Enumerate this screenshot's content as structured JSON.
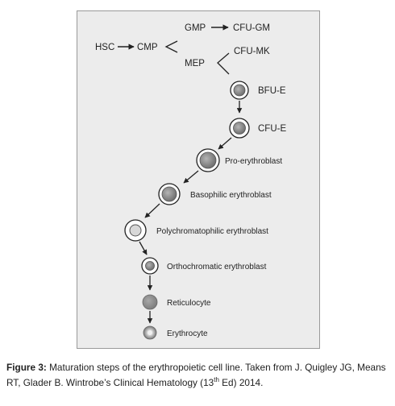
{
  "figure": {
    "labels": {
      "hsc": "HSC",
      "cmp": "CMP",
      "gmp": "GMP",
      "cfu_gm": "CFU-GM",
      "mep": "MEP",
      "cfu_mk": "CFU-MK",
      "bfu_e": "BFU-E",
      "cfu_e": "CFU-E",
      "pro_erythroblast": "Pro-erythroblast",
      "basophilic_erythroblast": "Basophilic erythroblast",
      "polychromatophilic_erythroblast": "Polychromatophilic erythroblast",
      "orthochromatic_erythroblast": "Orthochromatic erythroblast",
      "reticulocyte": "Reticulocyte",
      "erythrocyte": "Erythrocyte"
    }
  },
  "caption": {
    "figure_label": "Figure 3:",
    "text_main": " Maturation steps of the erythropoietic cell line. Taken from J. Quigley JG, Means RT, Glader B. Wintrobe’s Clinical Hematology (13",
    "superscript": "th",
    "text_end": " Ed) 2014."
  },
  "colors": {
    "panel_background": "#ececec",
    "panel_border": "#9a9a9a",
    "text": "#222222",
    "cell_gray": "#8a8a8a"
  }
}
